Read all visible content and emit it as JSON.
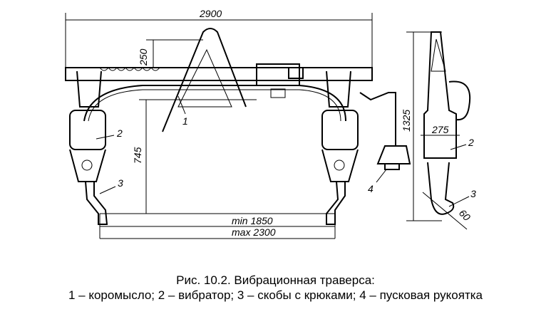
{
  "drawing": {
    "dimensions": {
      "total_width": "2900",
      "top_height": "250",
      "hang_height": "745",
      "span_min": "min 1850",
      "span_max": "max 2300",
      "side_height": "1325",
      "side_width": "275",
      "hook_size": "60"
    },
    "callouts": {
      "beam": "1",
      "vibrator": "2",
      "bracket": "3",
      "handle": "4",
      "side_vibrator": "2",
      "side_bracket": "3"
    }
  },
  "caption": {
    "title": "Рис. 10.2. Вибрационная траверса:",
    "legend": "1 – коромысло; 2 – вибратор; 3 – скобы с крюками; 4 – пусковая рукоятка"
  }
}
